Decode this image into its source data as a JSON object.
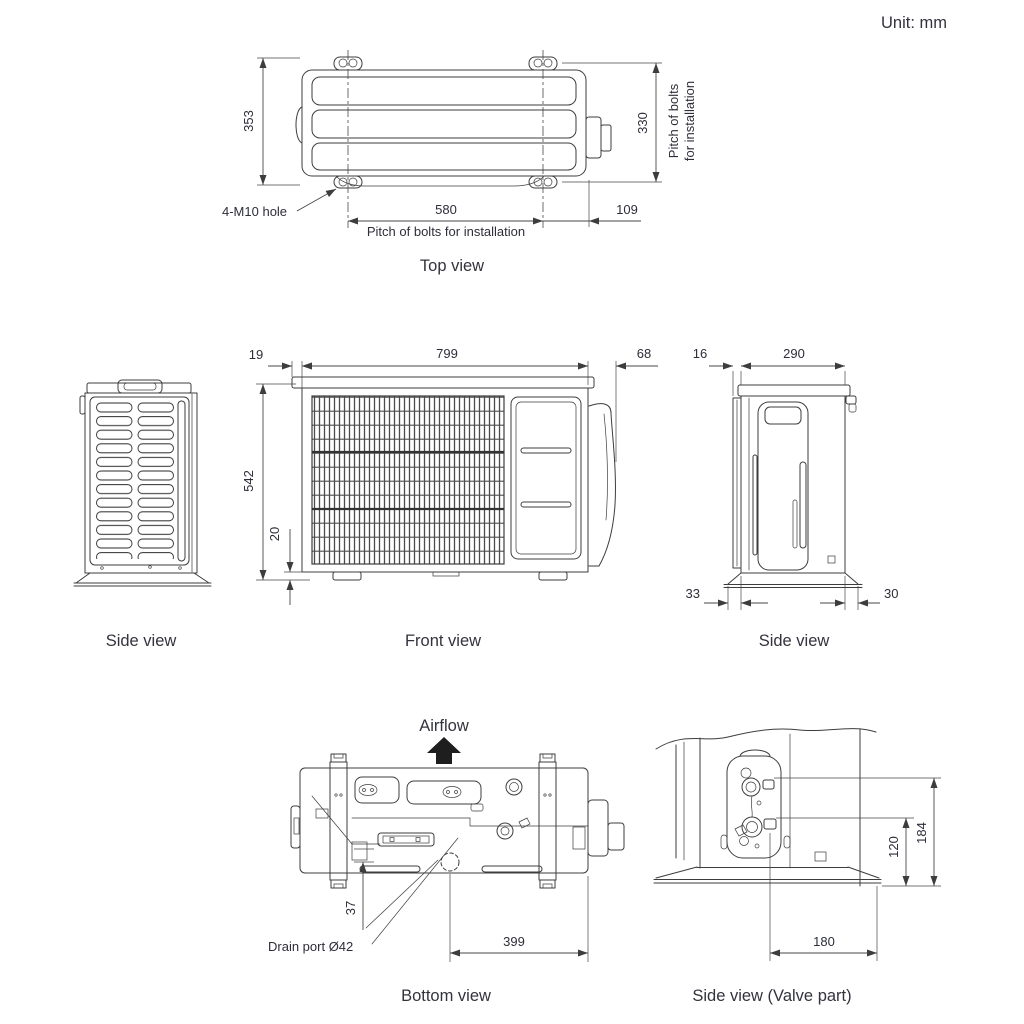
{
  "unit_note": "Unit: mm",
  "top_view": {
    "title": "Top view",
    "dim_depth": "353",
    "dim_pitch_v": "330",
    "pitch_note_line1": "Pitch of bolts",
    "pitch_note_line2": "for installation",
    "hole_label": "4-M10 hole",
    "dim_pitch_h": "580",
    "pitch_note_h": "Pitch of bolts for installation",
    "dim_offset": "109"
  },
  "side_view_left": {
    "title": "Side view"
  },
  "front_view": {
    "title": "Front view",
    "dim_lid": "19",
    "dim_width": "799",
    "dim_side": "68",
    "dim_height": "542",
    "dim_foot": "20"
  },
  "side_view_right": {
    "title": "Side view",
    "dim_grille": "16",
    "dim_depth": "290",
    "dim_base_left": "33",
    "dim_base_right": "30"
  },
  "bottom_view": {
    "title": "Bottom view",
    "airflow": "Airflow",
    "dim_drain_y": "37",
    "drain_label": "Drain port Ø42",
    "dim_drain_x": "399"
  },
  "valve_view": {
    "title": "Side view (Valve part)",
    "dim_low": "120",
    "dim_high": "184",
    "dim_x": "180"
  }
}
